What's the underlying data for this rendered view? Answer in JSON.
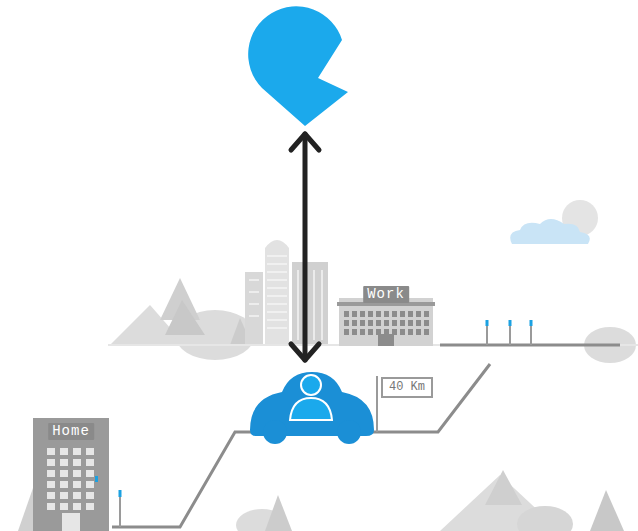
{
  "diagram": {
    "nodes": [
      {
        "text": [
          "Work"
        ]
      },
      {
        "text": [
          "Home"
        ]
      }
    ],
    "labels": [
      "40 Km"
    ]
  }
}
